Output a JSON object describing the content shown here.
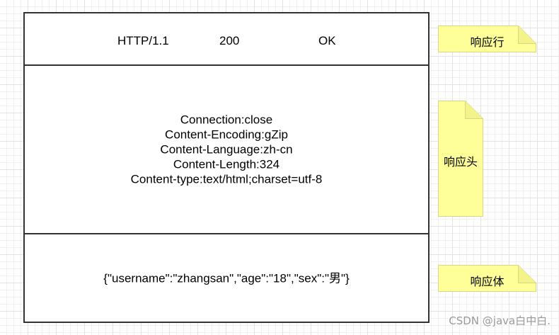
{
  "status_line": {
    "version": "HTTP/1.1",
    "code": "200",
    "reason": "OK"
  },
  "headers": [
    "Connection:close",
    "Content-Encoding:gZip",
    "Content-Language:zh-cn",
    "Content-Length:324",
    "Content-type:text/html;charset=utf-8"
  ],
  "body": "{\"username\":\"zhangsan\",\"age\":\"18\",\"sex\":\"男\"}",
  "notes": {
    "status_line": "响应行",
    "headers": "响应头",
    "body": "响应体"
  },
  "watermark": "CSDN @java白中白.",
  "colors": {
    "note_fill": "#ffff99",
    "note_stroke": "#d6d684",
    "box_border": "#333333"
  }
}
